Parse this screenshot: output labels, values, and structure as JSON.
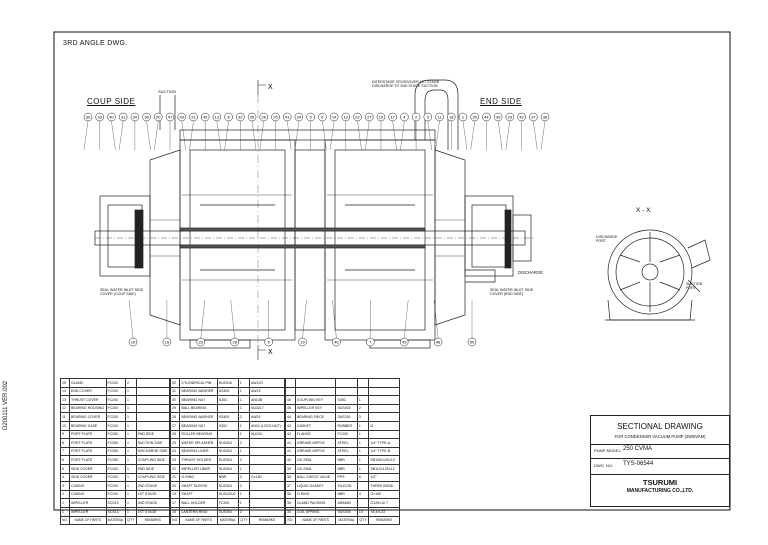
{
  "drawing": {
    "projection_note": "3RD ANGLE DWG.",
    "coup_side_label": "COUP SIDE",
    "end_side_label": "END SIDE",
    "section_marker": "X",
    "view_label": "X - X",
    "suction_label": "SUCTION",
    "discharge_label": "DISCHARGE",
    "discharge_port_label": "DISCHARGE PORT",
    "suction_port_label": "SUCTION PORT",
    "inlet_label": "SUCTION PORT",
    "crossover_note": "INTERSTAGE CROSSOVER 1ST STAGE DISCHARGE TO 2ND STAGE SUCTION",
    "seal_inlet_left": "SEAL WATER INLET SIDE COVER (COUP SIDE)",
    "seal_inlet_right": "SEAL WATER INLET SIDE COVER (END SIDE)",
    "revision_code": "D200111 VER.002",
    "top_callouts": [
      "30",
      "33",
      "40",
      "31",
      "34",
      "36",
      "20",
      "47",
      "43",
      "21",
      "45",
      "13",
      "8",
      "32",
      "35",
      "26",
      "25",
      "41",
      "24",
      "5",
      "6",
      "14",
      "12",
      "22",
      "27",
      "15",
      "17",
      "4",
      "2",
      "3",
      "11",
      "18",
      "1",
      "25",
      "44",
      "39",
      "29",
      "42",
      "37",
      "38"
    ],
    "bottom_callouts": [
      "10",
      "16",
      "23",
      "28",
      "9",
      "19",
      "46",
      "7",
      "49",
      "48",
      "50"
    ]
  },
  "parts_table": {
    "headers": {
      "no": "NO.",
      "name": "NAME OF PARTS",
      "material": "MATERIAL",
      "qty": "Q'TY",
      "remarks": "REMARKS"
    },
    "col_a": [
      {
        "no": "15",
        "name": "GLAND",
        "mat": "FC200",
        "qty": "2",
        "rem": ""
      },
      {
        "no": "14",
        "name": "END COVER",
        "mat": "FC200",
        "qty": "1",
        "rem": ""
      },
      {
        "no": "13",
        "name": "THRUST COVER",
        "mat": "FC200",
        "qty": "1",
        "rem": ""
      },
      {
        "no": "12",
        "name": "BEARING HOUSING",
        "mat": "FC200",
        "qty": "1",
        "rem": ""
      },
      {
        "no": "11",
        "name": "BEARING COVER",
        "mat": "FC200",
        "qty": "1",
        "rem": ""
      },
      {
        "no": "10",
        "name": "BEARING CASE",
        "mat": "FC200",
        "qty": "1",
        "rem": ""
      },
      {
        "no": "9",
        "name": "PORT PLATE",
        "mat": "FC250",
        "qty": "1",
        "rem": "END SIDE"
      },
      {
        "no": "8",
        "name": "PORT PLATE",
        "mat": "FC250",
        "qty": "1",
        "rem": "SUCTION SIDE"
      },
      {
        "no": "7",
        "name": "PORT PLATE",
        "mat": "FC250",
        "qty": "1",
        "rem": "DISCHARGE SIDE"
      },
      {
        "no": "6",
        "name": "PORT PLATE",
        "mat": "FC250",
        "qty": "1",
        "rem": "COUPLING SIDE"
      },
      {
        "no": "5",
        "name": "SIDE COVER",
        "mat": "FC200",
        "qty": "1",
        "rem": "END SIDE"
      },
      {
        "no": "4",
        "name": "SIDE COVER",
        "mat": "FC200",
        "qty": "1",
        "rem": "COUPLING SIDE"
      },
      {
        "no": "3",
        "name": "CASING",
        "mat": "FC200",
        "qty": "1",
        "rem": "2ND STAGE"
      },
      {
        "no": "2",
        "name": "CASING",
        "mat": "FC200",
        "qty": "1",
        "rem": "1ST STAGE"
      },
      {
        "no": "1",
        "name": "IMPELLER",
        "mat": "SCS13",
        "qty": "1",
        "rem": "2ND STAGE"
      },
      {
        "no": "1",
        "name": "IMPELLER",
        "mat": "SCS13",
        "qty": "1",
        "rem": "1ST STAGE"
      }
    ],
    "col_b": [
      {
        "no": "32",
        "name": "CYLINDRICAL PIN",
        "mat": "SUS316",
        "qty": "1",
        "rem": "AW12G"
      },
      {
        "no": "31",
        "name": "BEARING WASHER",
        "mat": "SS400",
        "qty": "1",
        "rem": "AW13"
      },
      {
        "no": "30",
        "name": "BEARING NUT",
        "mat": "S30C",
        "qty": "1",
        "rem": "AN13B"
      },
      {
        "no": "29",
        "name": "BALL BEARING",
        "mat": "",
        "qty": "1",
        "rem": "NU3217"
      },
      {
        "no": "28",
        "name": "BEARING WASHER",
        "mat": "SS400",
        "qty": "2",
        "rem": "AW24"
      },
      {
        "no": "27",
        "name": "BEARING NUT",
        "mat": "S30C",
        "qty": "1",
        "rem": "AN24 (LOCK NUT)"
      },
      {
        "no": "26",
        "name": "ROLLER BEARING",
        "mat": "",
        "qty": "1",
        "rem": "NU224"
      },
      {
        "no": "25",
        "name": "WATER SPLASHER",
        "mat": "SUS304",
        "qty": "2",
        "rem": ""
      },
      {
        "no": "24",
        "name": "BEARING LINER",
        "mat": "SUS304",
        "qty": "1",
        "rem": ""
      },
      {
        "no": "23",
        "name": "THRUST HOLDER",
        "mat": "SUS304",
        "qty": "2",
        "rem": ""
      },
      {
        "no": "22",
        "name": "IMPELLER LINER",
        "mat": "SUS304",
        "qty": "1",
        "rem": ""
      },
      {
        "no": "21",
        "name": "O-RING",
        "mat": "NBR",
        "qty": "3",
        "rem": "G×160"
      },
      {
        "no": "20",
        "name": "SHAFT SLEEVE",
        "mat": "SUS304",
        "qty": "2",
        "rem": ""
      },
      {
        "no": "19",
        "name": "SHAFT",
        "mat": "SUS420J2",
        "qty": "1",
        "rem": ""
      },
      {
        "no": "17",
        "name": "BALL HOLDER",
        "mat": "FC200",
        "qty": "1",
        "rem": ""
      },
      {
        "no": "16",
        "name": "LANTERN RING",
        "mat": "SUS304",
        "qty": "2",
        "rem": ""
      }
    ],
    "col_c": [
      {
        "no": "",
        "name": "",
        "mat": "",
        "qty": "",
        "rem": ""
      },
      {
        "no": "",
        "name": "",
        "mat": "",
        "qty": "",
        "rem": ""
      },
      {
        "no": "46",
        "name": "COUPLING KEY",
        "mat": "S45C",
        "qty": "1",
        "rem": ""
      },
      {
        "no": "45",
        "name": "IMPELLER KEY",
        "mat": "SUS403",
        "qty": "2",
        "rem": ""
      },
      {
        "no": "44",
        "name": "BEARING PIECE",
        "mat": "SUS316",
        "qty": "3",
        "rem": ""
      },
      {
        "no": "43",
        "name": "GASKET",
        "mat": "RUBBER",
        "qty": "1",
        "rem": "t2"
      },
      {
        "no": "42",
        "name": "FLANGE",
        "mat": "FC200",
        "qty": "1",
        "rem": ""
      },
      {
        "no": "41",
        "name": "GREASE NIPPLE",
        "mat": "STEEL",
        "qty": "1",
        "rem": "1/4\" TYPE-A"
      },
      {
        "no": "41",
        "name": "GREASE NIPPLE",
        "mat": "STEEL",
        "qty": "1",
        "rem": "1/4\" TYPE-B"
      },
      {
        "no": "40",
        "name": "OIL SEAL",
        "mat": "NBR",
        "qty": "1",
        "rem": "SB105×120×12"
      },
      {
        "no": "39",
        "name": "OIL SEAL",
        "mat": "NBR",
        "qty": "1",
        "rem": "SB110×125×12"
      },
      {
        "no": "38",
        "name": "BALL CHECK VALVE",
        "mat": "PPS",
        "qty": "6",
        "rem": "1/2\""
      },
      {
        "no": "37",
        "name": "LIQUID GASKET",
        "mat": "SILICON",
        "qty": "",
        "rem": "THREE BOND"
      },
      {
        "no": "36",
        "name": "O-RING",
        "mat": "NBR",
        "qty": "4",
        "rem": "G×160"
      },
      {
        "no": "35",
        "name": "GLAND PACKING",
        "mat": "ARAMID",
        "qty": "",
        "rem": "G125×12.7"
      },
      {
        "no": "34",
        "name": "COIL SPRING",
        "mat": "SUS304",
        "qty": "10",
        "rem": "×5.4×L22"
      }
    ]
  },
  "title_block": {
    "title": "SECTIONAL DRAWING",
    "subtitle": "FOR CONDENSER VACUUM PUMP (2500VAM)",
    "pump_model_label": "PUMP MODEL",
    "pump_model": "250 CVMA",
    "dwg_no_label": "DWG. NO.",
    "dwg_no": "TYS-06544",
    "maker": "TSURUMI",
    "maker_full": "MANUFACTURING CO.,LTD."
  }
}
